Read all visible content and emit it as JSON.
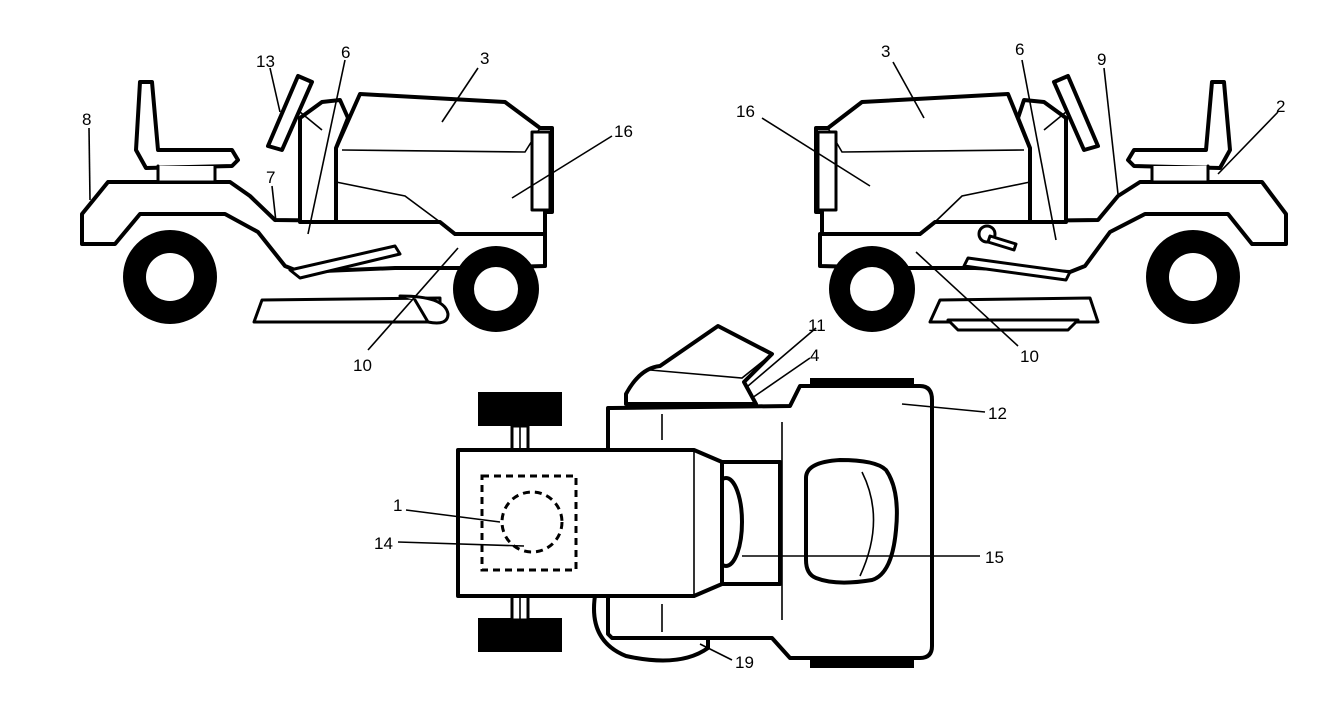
{
  "diagram": {
    "left_view_labels": {
      "l13": "13",
      "l6": "6",
      "l3": "3",
      "l8": "8",
      "l16": "16",
      "l7": "7",
      "l10": "10"
    },
    "right_view_labels": {
      "r3": "3",
      "r6": "6",
      "r9": "9",
      "r2": "2",
      "r16": "16",
      "r10": "10"
    },
    "top_view_labels": {
      "t11": "11",
      "t4": "4",
      "t12": "12",
      "t1": "1",
      "t14": "14",
      "t15": "15",
      "t19": "19"
    }
  }
}
